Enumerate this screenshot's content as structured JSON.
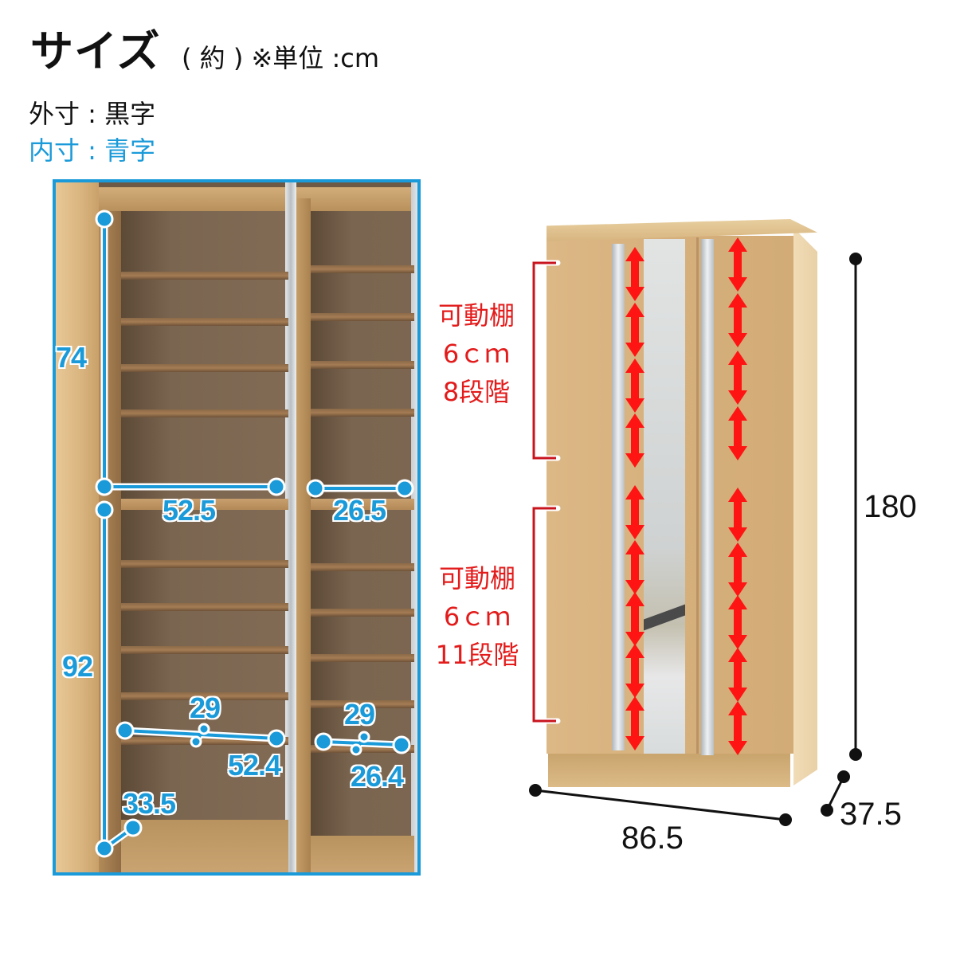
{
  "header": {
    "title": "サイズ",
    "subtitle": "( 約 ) ※単位 :cm"
  },
  "legend": {
    "outer": "外寸 : 黒字",
    "inner": "内寸 : 青字",
    "outer_color": "#111111",
    "inner_color": "#1a9ad9"
  },
  "interior_view": {
    "frame_color": "#1a9ad9",
    "dimensions": {
      "upper_height": "74",
      "upper_left_width": "52.5",
      "upper_right_width": "26.5",
      "lower_height": "92",
      "lower_left_depth": "29",
      "lower_left_width": "52.4",
      "lower_right_depth": "29",
      "lower_right_width": "26.4",
      "bottom_depth": "33.5"
    }
  },
  "exterior_view": {
    "adjustable_upper": {
      "line1": "可動棚",
      "line2": "6ｃｍ",
      "line3": "8段階"
    },
    "adjustable_lower": {
      "line1": "可動棚",
      "line2": "6ｃｍ",
      "line3": "11段階"
    },
    "label_color": "#e31b1b",
    "dimensions": {
      "height": "180",
      "width": "86.5",
      "depth": "37.5"
    }
  }
}
